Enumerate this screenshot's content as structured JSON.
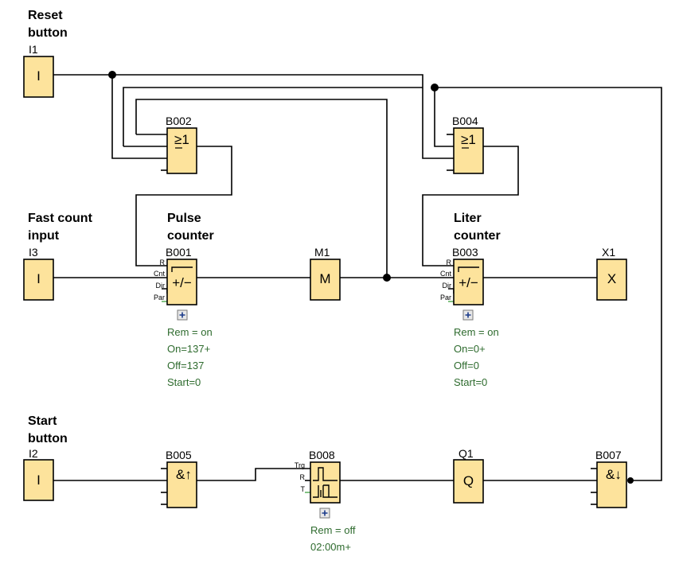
{
  "annotations": {
    "reset_button": [
      "Reset",
      "button"
    ],
    "fast_count_input": [
      "Fast count",
      "input"
    ],
    "pulse_counter": [
      "Pulse",
      "counter"
    ],
    "liter_counter": [
      "Liter",
      "counter"
    ],
    "start_button": [
      "Start",
      "button"
    ]
  },
  "blocks": {
    "I1": {
      "name": "I1",
      "symbol": "I"
    },
    "I3": {
      "name": "I3",
      "symbol": "I"
    },
    "I2": {
      "name": "I2",
      "symbol": "I"
    },
    "B002": {
      "name": "B002",
      "symbol": "≥1"
    },
    "B004": {
      "name": "B004",
      "symbol": "≥1"
    },
    "B001": {
      "name": "B001",
      "symbol": "+/−",
      "pins": [
        "R",
        "Cnt",
        "Dir",
        "Par"
      ],
      "params": [
        "Rem = on",
        "On=137+",
        "Off=137",
        "Start=0"
      ]
    },
    "B003": {
      "name": "B003",
      "symbol": "+/−",
      "pins": [
        "R",
        "Cnt",
        "Dir",
        "Par"
      ],
      "params": [
        "Rem = on",
        "On=0+",
        "Off=0",
        "Start=0"
      ]
    },
    "M1": {
      "name": "M1",
      "symbol": "M"
    },
    "X1": {
      "name": "X1",
      "symbol": "X"
    },
    "B005": {
      "name": "B005",
      "symbol": "&↑"
    },
    "B008": {
      "name": "B008",
      "pins": [
        "Trg",
        "R",
        "T"
      ],
      "params": [
        "Rem = off",
        "02:00m+"
      ]
    },
    "Q1": {
      "name": "Q1",
      "symbol": "Q"
    },
    "B007": {
      "name": "B007",
      "symbol": "&↓"
    }
  },
  "expand_icon": "plus-icon"
}
